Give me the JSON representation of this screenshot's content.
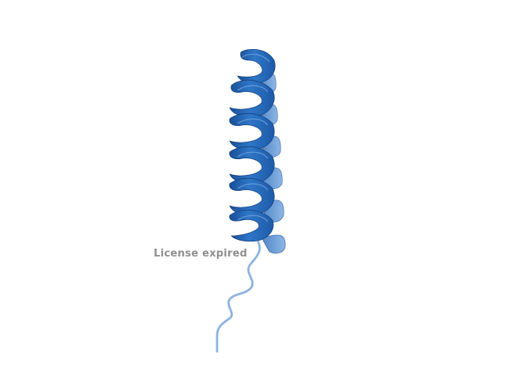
{
  "viewer": {
    "background_color": "#ffffff",
    "watermark_text": "License expired",
    "watermark_color": "#8f8f8f"
  },
  "structure": {
    "representation": "cartoon",
    "secondary_structure": [
      "alpha-helix",
      "coil"
    ],
    "colors": {
      "helix_front": "#2b6fc4",
      "helix_dark": "#1d5aa8",
      "helix_back": "#5f95d4",
      "helix_light": "#8db6e6",
      "coil": "#9ec0e8"
    }
  }
}
